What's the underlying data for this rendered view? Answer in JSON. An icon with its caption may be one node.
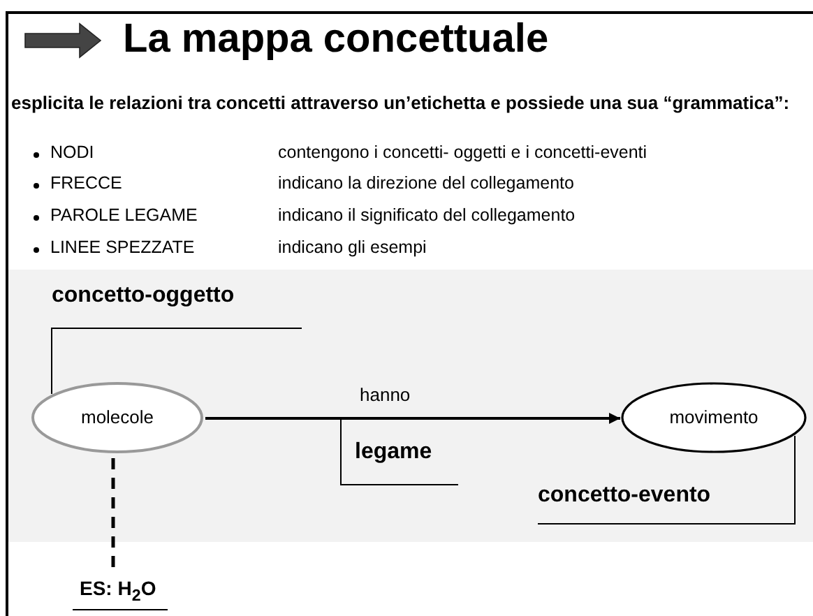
{
  "diagram": {
    "title": "La mappa concettuale",
    "nodes": [
      {
        "text": [
          "molecole"
        ]
      },
      {
        "text": [
          "movimento"
        ]
      },
      {
        "text": [
          "concetto-oggetto"
        ]
      },
      {
        "text": [
          "legame"
        ]
      },
      {
        "text": [
          "concetto-evento"
        ]
      },
      {
        "text": [
          "ES: H$_{2}$O"
        ]
      }
    ],
    "edges": [
      {
        "from": 0,
        "to": 1,
        "arrow": "to",
        "label": "hanno"
      },
      {
        "from": 2,
        "to": 0,
        "arrow": "none"
      },
      {
        "from": 3,
        "to": null,
        "arrow": "none"
      },
      {
        "from": 4,
        "to": 1,
        "arrow": "none"
      },
      {
        "from": 0,
        "to": 5,
        "arrow": "none",
        "style": "dashed"
      }
    ],
    "labels": [
      "esplicita le relazioni tra concetti attraverso un’etichetta e possiede una sua “grammatica”:",
      "NODI",
      "contengono i concetti- oggetti e i concetti-eventi",
      "FRECCE",
      "indicano la direzione del collegamento",
      "PAROLE LEGAME",
      "indicano il significato del collegamento",
      "LINEE SPEZZATE",
      "indicano gli esempi"
    ]
  }
}
